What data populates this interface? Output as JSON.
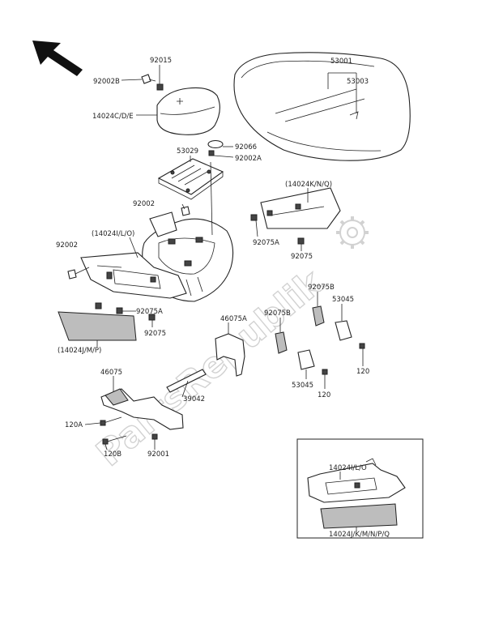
{
  "watermark": "PartsRepublik",
  "labels": {
    "p92015": "92015",
    "p92002B": "92002B",
    "p14024CDE": "14024C/D/E",
    "p53001": "53001",
    "p53003": "53003",
    "p92066": "92066",
    "p92002A": "92002A",
    "p53029": "53029",
    "p14024KNQ": "(14024K/N/Q)",
    "p92002_mid": "92002",
    "p14024ILO": "(14024I/L/O)",
    "p92002_left": "92002",
    "p92075A_right": "92075A",
    "p92075_right": "92075",
    "p92075B_top": "92075B",
    "p53045_top": "53045",
    "p92075A_left": "92075A",
    "p92075_left": "92075",
    "p14024JMP": "(14024J/M/P)",
    "p46075A": "46075A",
    "p92075B_mid": "92075B",
    "p120_right": "120",
    "p46075": "46075",
    "p39042": "39042",
    "p53045_mid": "53045",
    "p120_mid": "120",
    "p120A": "120A",
    "p120B": "120B",
    "p92001": "92001",
    "inset_top": "14024I/L/O",
    "inset_bottom": "14024J/K/M/N/P/Q"
  },
  "colors": {
    "ink": "#222222",
    "watermark": "#d2d2d2"
  }
}
